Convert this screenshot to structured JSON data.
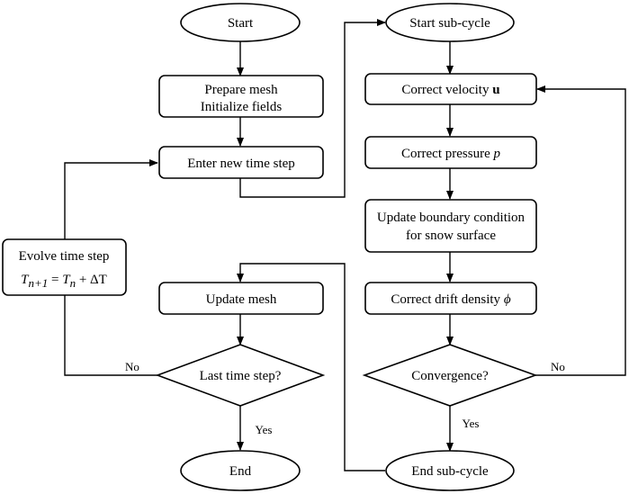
{
  "nodes": {
    "start": "Start",
    "prepare_mesh_1": "Prepare mesh",
    "prepare_mesh_2": "Initialize fields",
    "enter_time_step": "Enter new time step",
    "evolve_1": "Evolve time step",
    "evolve_eq": {
      "T": "T",
      "n_plus_1": "n+1",
      "eq": " = ",
      "n": "n",
      "plus_delta": " + ΔT"
    },
    "update_mesh": "Update mesh",
    "last_time_step": "Last time step?",
    "end": "End",
    "start_sub_cycle": "Start sub-cycle",
    "correct_velocity": "Correct velocity ",
    "velocity_symbol": "u",
    "correct_pressure": "Correct pressure ",
    "pressure_symbol": "p",
    "update_bc_1": "Update boundary condition",
    "update_bc_2": "for snow surface",
    "correct_drift": "Correct drift density ",
    "drift_symbol": "ϕ",
    "convergence": "Convergence?",
    "end_sub_cycle": "End sub-cycle"
  },
  "edge_labels": {
    "last_no": "No",
    "last_yes": "Yes",
    "conv_no": "No",
    "conv_yes": "Yes"
  }
}
